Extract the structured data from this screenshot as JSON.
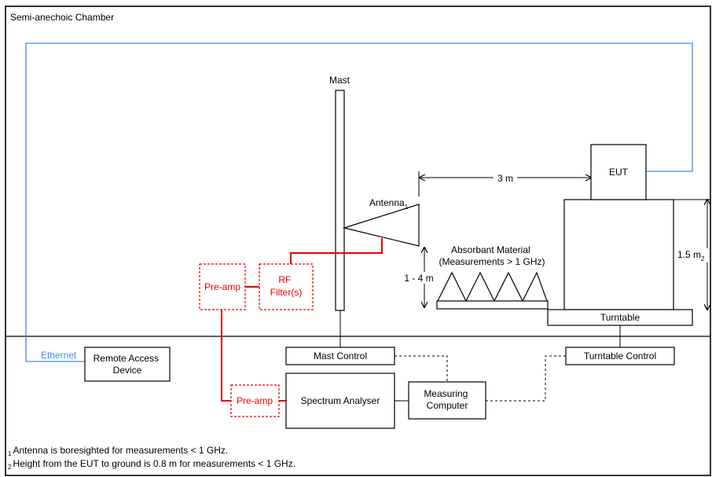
{
  "chamber_label": "Semi-anechoic Chamber",
  "mast_label": "Mast",
  "antenna_label": "Antenna",
  "antenna_sub": "1",
  "eut_label": "EUT",
  "distance_label": "3 m",
  "height_range_label": "1 - 4 m",
  "table_height_label": "1.5 m",
  "table_height_sub": "2",
  "absorbant_line1": "Absorbant Material",
  "absorbant_line2": "(Measurements > 1 GHz)",
  "turntable_label": "Turntable",
  "preamp_label": "Pre-amp",
  "rf_filter_line1": "RF",
  "rf_filter_line2": "Filter(s)",
  "ethernet_label": "Ethernet",
  "remote_line1": "Remote Access",
  "remote_line2": "Device",
  "mast_control_label": "Mast Control",
  "turntable_control_label": "Turntable Control",
  "preamp2_label": "Pre-amp",
  "spectrum_label": "Spectrum Analyser",
  "computer_line1": "Measuring",
  "computer_line2": "Computer",
  "footnotes": {
    "note1_num": "1",
    "note1_text": "Antenna is boresighted for measurements < 1 GHz.",
    "note2_num": "2",
    "note2_text": "Height from the EUT to ground is 0.8 m for measurements < 1 GHz."
  },
  "colors": {
    "signal_path": "#e60000",
    "ethernet": "#3f8ee0",
    "lines": "#000000"
  }
}
